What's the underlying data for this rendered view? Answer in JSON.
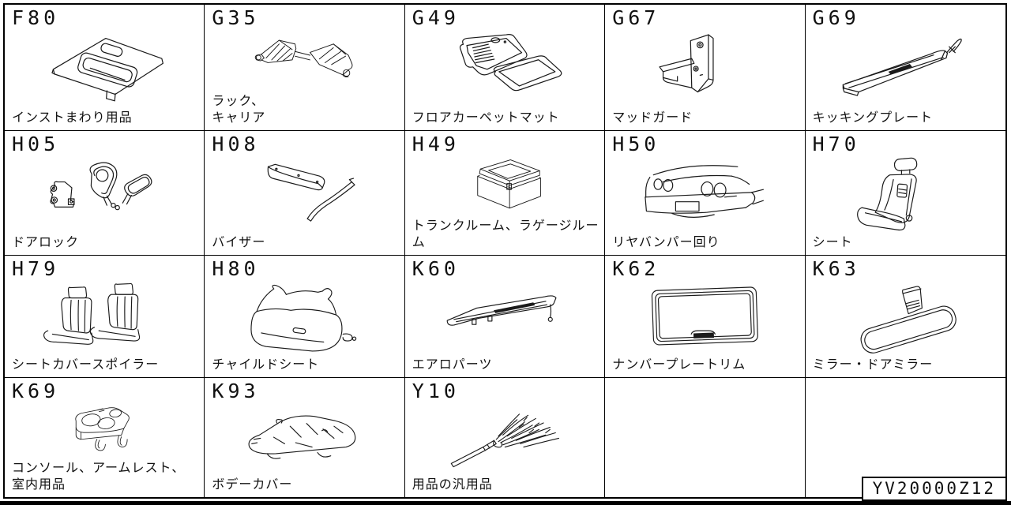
{
  "page": {
    "footer_code": "YV20000Z12"
  },
  "grid": {
    "columns": 5,
    "rows": 4,
    "cells": [
      {
        "code": "F80",
        "label": "インストまわり用品",
        "icon": "instrument-panel-icon"
      },
      {
        "code": "G35",
        "label": "ラック、\nキャリア",
        "icon": "roof-rack-icon"
      },
      {
        "code": "G49",
        "label": "フロアカーペットマット",
        "icon": "floor-mat-icon"
      },
      {
        "code": "G67",
        "label": "マッドガード",
        "icon": "mud-guard-icon"
      },
      {
        "code": "G69",
        "label": "キッキングプレート",
        "icon": "kicking-plate-icon"
      },
      {
        "code": "H05",
        "label": "ドアロック",
        "icon": "door-lock-icon"
      },
      {
        "code": "H08",
        "label": "バイザー",
        "icon": "visor-icon"
      },
      {
        "code": "H49",
        "label": "トランクルーム、ラゲージルーム",
        "icon": "trunk-room-icon"
      },
      {
        "code": "H50",
        "label": "リヤバンパー回り",
        "icon": "rear-bumper-icon"
      },
      {
        "code": "H70",
        "label": "シート",
        "icon": "seat-icon"
      },
      {
        "code": "H79",
        "label": "シートカバースポイラー",
        "icon": "seat-cover-icon"
      },
      {
        "code": "H80",
        "label": "チャイルドシート",
        "icon": "child-seat-icon"
      },
      {
        "code": "K60",
        "label": "エアロパーツ",
        "icon": "aero-parts-icon"
      },
      {
        "code": "K62",
        "label": "ナンバープレートリム",
        "icon": "number-plate-rim-icon"
      },
      {
        "code": "K63",
        "label": "ミラー・ドアミラー",
        "icon": "rearview-mirror-icon"
      },
      {
        "code": "K69",
        "label": "コンソール、アームレスト、\n室内用品",
        "icon": "console-armrest-icon"
      },
      {
        "code": "K93",
        "label": "ボデーカバー",
        "icon": "body-cover-icon"
      },
      {
        "code": "Y10",
        "label": "用品の汎用品",
        "icon": "duster-icon"
      },
      {
        "code": "",
        "label": "",
        "icon": ""
      },
      {
        "code": "",
        "label": "",
        "icon": ""
      }
    ]
  }
}
